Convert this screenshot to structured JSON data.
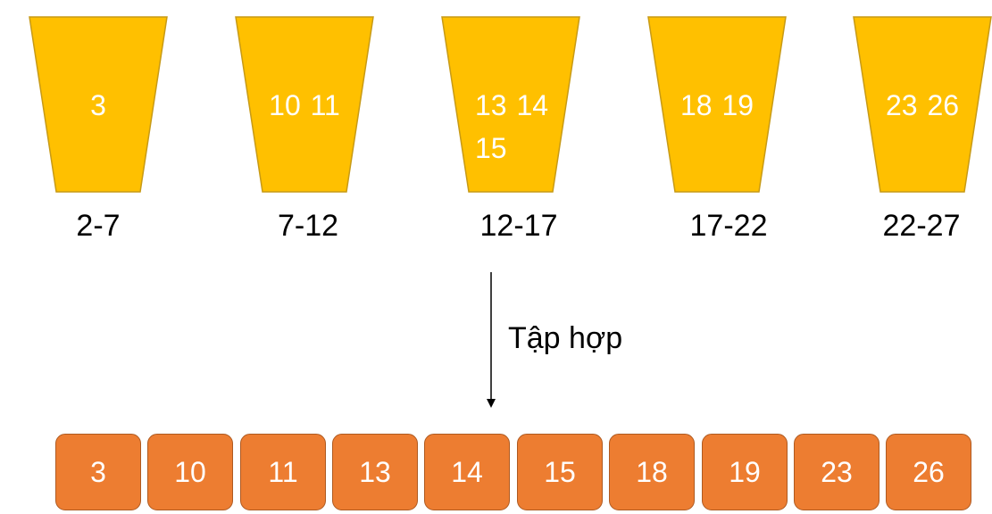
{
  "colors": {
    "bucket_fill": "#ffc000",
    "bucket_border": "#c79a16",
    "cell_fill": "#ed7d31",
    "cell_border": "#ae5a21",
    "arrow": "#000000"
  },
  "buckets": [
    {
      "contents": "3",
      "range": "2-7"
    },
    {
      "contents": "10 11",
      "range": "7-12"
    },
    {
      "contents": "13 14 15",
      "range": "12-17"
    },
    {
      "contents": "18 19",
      "range": "17-22"
    },
    {
      "contents": "23 26",
      "range": "22-27"
    }
  ],
  "arrow": {
    "label": "Tập hợp"
  },
  "result": [
    "3",
    "10",
    "11",
    "13",
    "14",
    "15",
    "18",
    "19",
    "23",
    "26"
  ]
}
